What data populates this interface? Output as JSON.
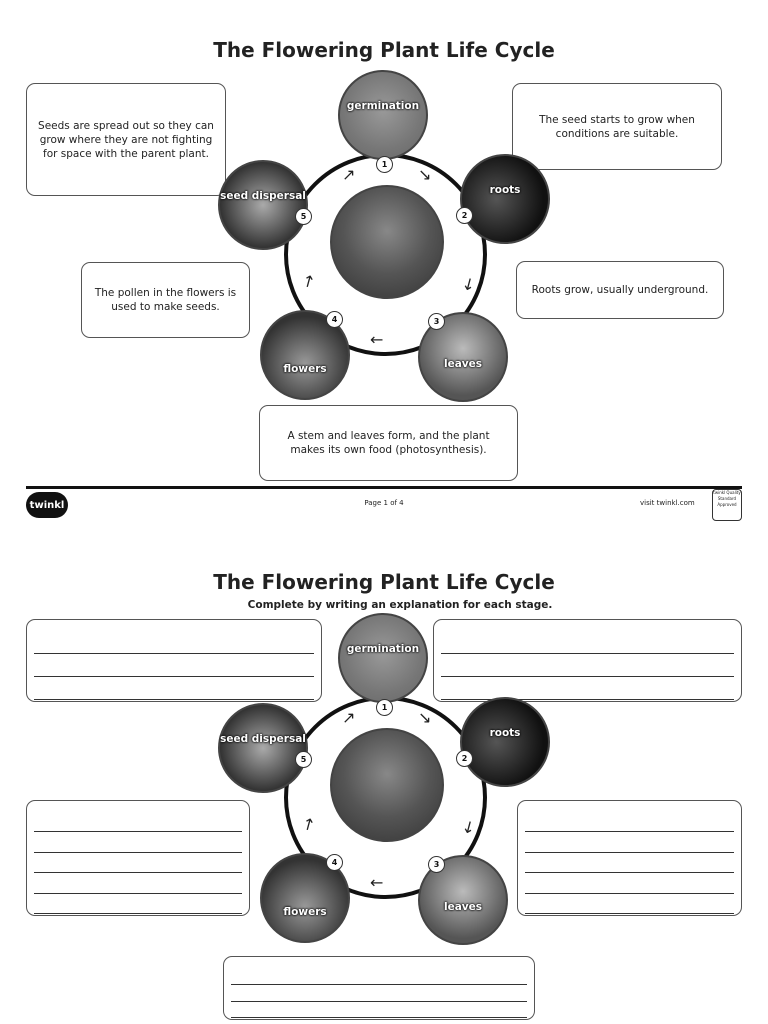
{
  "pages": [
    {
      "title": "The Flowering Plant Life Cycle",
      "boxes": {
        "seed_dispersal": "Seeds are spread out so they can grow where they are not fighting for space with the parent plant.",
        "germination": "The seed starts to grow when conditions are suitable.",
        "roots": "Roots grow, usually underground.",
        "flowers": "The pollen in the flowers is used to make seeds.",
        "leaves": "A stem and leaves form, and the plant makes its own food (photosynthesis)."
      }
    },
    {
      "title": "The Flowering Plant Life Cycle",
      "subtitle": "Complete by writing an explanation for each stage."
    }
  ],
  "stages": [
    {
      "num": "1",
      "label": "germination"
    },
    {
      "num": "2",
      "label": "roots"
    },
    {
      "num": "3",
      "label": "leaves"
    },
    {
      "num": "4",
      "label": "flowers"
    },
    {
      "num": "5",
      "label": "seed dispersal"
    }
  ],
  "footer": {
    "logo": "twinkl",
    "page": "Page 1 of 4",
    "site": "visit twinkl.com",
    "badge": "twinkl Quality Standard Approved"
  },
  "colors": {
    "germination_fill": "#7a7a7a",
    "ring": "#111111"
  }
}
